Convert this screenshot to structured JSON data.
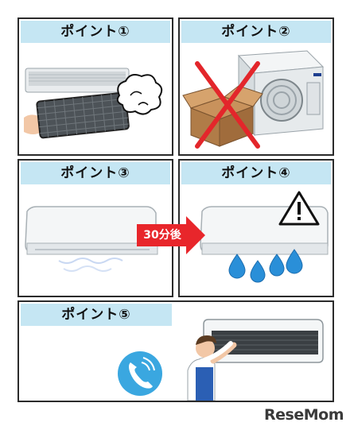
{
  "panels": [
    {
      "title": "ポイント①",
      "icon": "filter-cleaning-illustration"
    },
    {
      "title": "ポイント②",
      "icon": "outdoor-unit-no-box-illustration"
    },
    {
      "title": "ポイント③",
      "icon": "aircon-unit-illustration"
    },
    {
      "title": "ポイント④",
      "icon": "condensation-warning-illustration"
    },
    {
      "title": "ポイント⑤",
      "icon": "technician-call-illustration"
    }
  ],
  "arrow": {
    "label": "30分後"
  },
  "logo": {
    "text": "ReseMom",
    "accent": "#c4182a"
  },
  "colors": {
    "header": "#c5e6f3",
    "border": "#2b2b2b",
    "arrow": "#e8262b",
    "water": "#2a8fd8",
    "phone": "#3aa7e0"
  }
}
